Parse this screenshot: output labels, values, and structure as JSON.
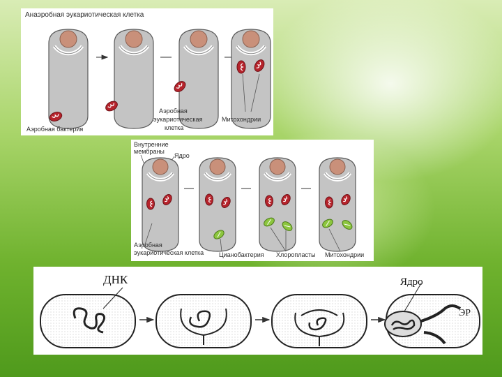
{
  "colors": {
    "cell": "#c4c4c4",
    "nucleus": "#c9907a",
    "mito": "#b5232b",
    "chloro": "#8cc63e",
    "ink": "#2d2d2d"
  },
  "panel1": {
    "title": "Анаэробная эукариотическая клетка",
    "aerobic_bacterium": "Аэробная бактерия",
    "aerobic_cell": [
      "Аэробная",
      "эукариотическая",
      "клетка"
    ],
    "mitochondria": "Митохондрии"
  },
  "panel2": {
    "inner_membranes": [
      "Внутренние",
      "мембраны"
    ],
    "nucleus": "Ядро",
    "aerobic_cell": [
      "Аэробная",
      "эукариотическая клетка"
    ],
    "cyanobacterium": "Цианобактерия",
    "chloroplasts": "Хлоропласты",
    "mitochondria": "Митохондрии"
  },
  "panel3": {
    "dna": "ДНК",
    "nucleus": "Ядро",
    "er": "ЭР"
  }
}
